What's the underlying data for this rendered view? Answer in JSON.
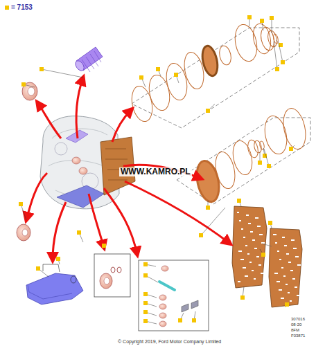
{
  "diagram": {
    "labels": [
      "WWW.KAMRO.PL",
      "307016",
      "08-20",
      "8FM",
      "F03871",
      "© Copyright 2019, Ford Motor Company Limited"
    ],
    "legend": [
      {
        "text": "= 7153",
        "color": "#f5c400"
      }
    ]
  }
}
